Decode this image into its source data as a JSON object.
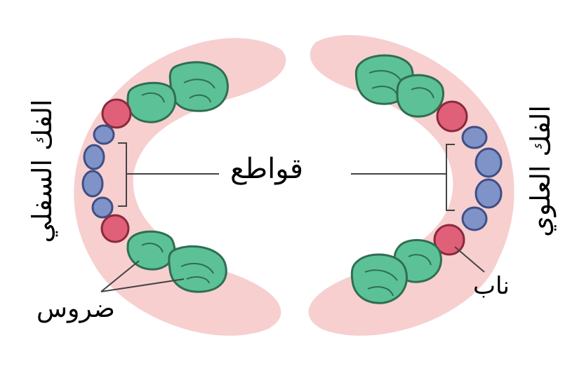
{
  "labels": {
    "incisors": "قواطع",
    "canine": "ناب",
    "molars": "ضروس",
    "lower_jaw": "الفك السفلي",
    "upper_jaw": "الفك العلوي"
  },
  "colors": {
    "gum": "#f7c9c9",
    "molar_fill": "#5cc197",
    "molar_stroke": "#2f6e53",
    "canine_fill": "#e0607a",
    "canine_stroke": "#8a2a3c",
    "incisor_fill": "#7f93c9",
    "incisor_stroke": "#3f4f85",
    "line": "#555555"
  }
}
